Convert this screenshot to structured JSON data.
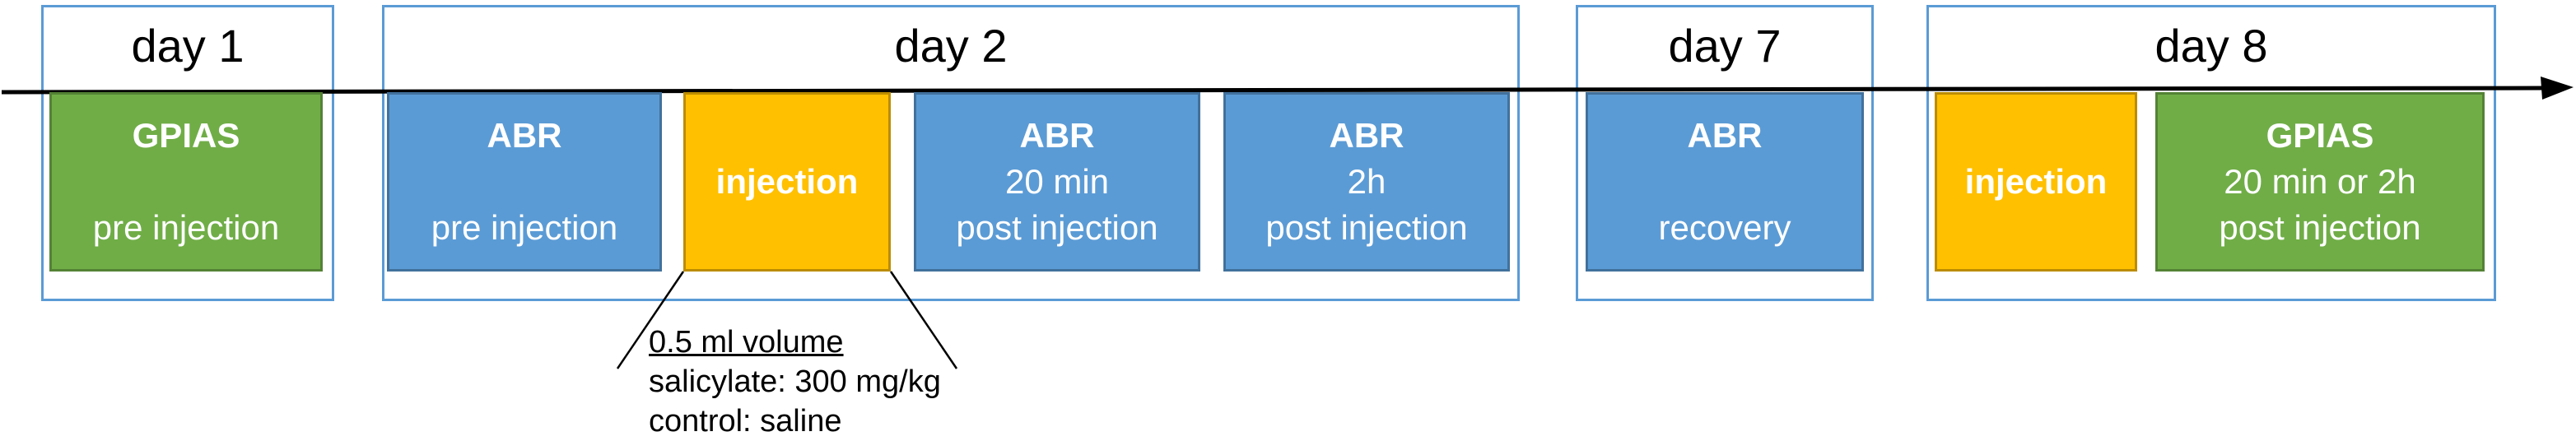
{
  "days": [
    {
      "title": "day 1"
    },
    {
      "title": "day 2"
    },
    {
      "title": "day 7"
    },
    {
      "title": "day 8"
    }
  ],
  "steps": [
    {
      "head": "GPIAS",
      "line1": "",
      "line2": "pre injection",
      "color": "#70ad47"
    },
    {
      "head": "ABR",
      "line1": "",
      "line2": "pre injection",
      "color": "#5b9bd5"
    },
    {
      "head": "injection",
      "line1": "",
      "line2": "",
      "color": "#ffc000"
    },
    {
      "head": "ABR",
      "line1": "20 min",
      "line2": "post injection",
      "color": "#5b9bd5"
    },
    {
      "head": "ABR",
      "line1": "2h",
      "line2": "post injection",
      "color": "#5b9bd5"
    },
    {
      "head": "ABR",
      "line1": "",
      "line2": "recovery",
      "color": "#5b9bd5"
    },
    {
      "head": "injection",
      "line1": "",
      "line2": "",
      "color": "#ffc000"
    },
    {
      "head": "GPIAS",
      "line1": "20 min or 2h",
      "line2": "post injection",
      "color": "#70ad47"
    }
  ],
  "note": {
    "title": "0.5 ml volume",
    "line1": "salicylate: 300 mg/kg",
    "line2": "control: saline"
  }
}
